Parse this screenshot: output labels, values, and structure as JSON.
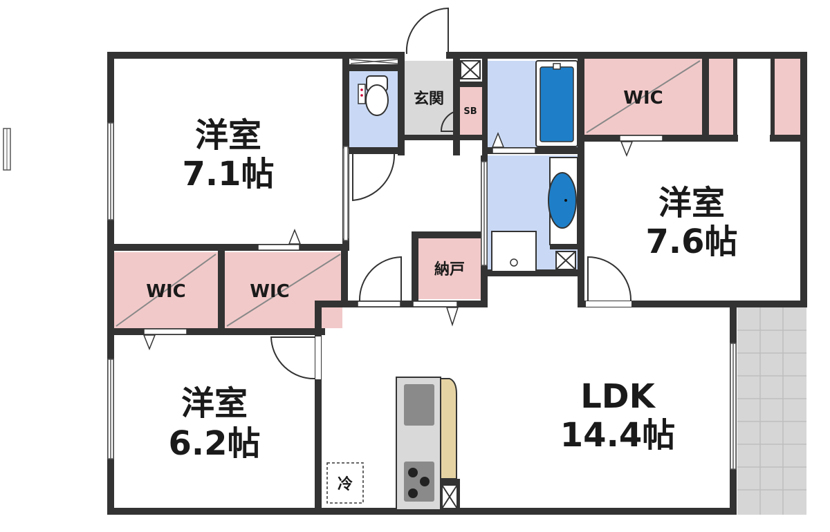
{
  "rooms": {
    "western1": {
      "name": "洋室",
      "size": "7.1帖"
    },
    "western2": {
      "name": "洋室",
      "size": "7.6帖"
    },
    "western3": {
      "name": "洋室",
      "size": "6.2帖"
    },
    "ldk": {
      "name": "LDK",
      "size": "14.4帖"
    },
    "genkan": "玄関",
    "shoebox": "SB",
    "nando": "納戸",
    "wic1": "WIC",
    "wic2": "WIC",
    "wic3": "WIC",
    "fridge": "冷"
  },
  "colors": {
    "wall": "#333333",
    "wic_fill": "#f2c9c9",
    "wet_fill": "#c9d9f5",
    "genkan_fill": "#d9d9d9",
    "balcony_fill": "#d6d6d6",
    "counter_fill": "#e6d3a3"
  }
}
